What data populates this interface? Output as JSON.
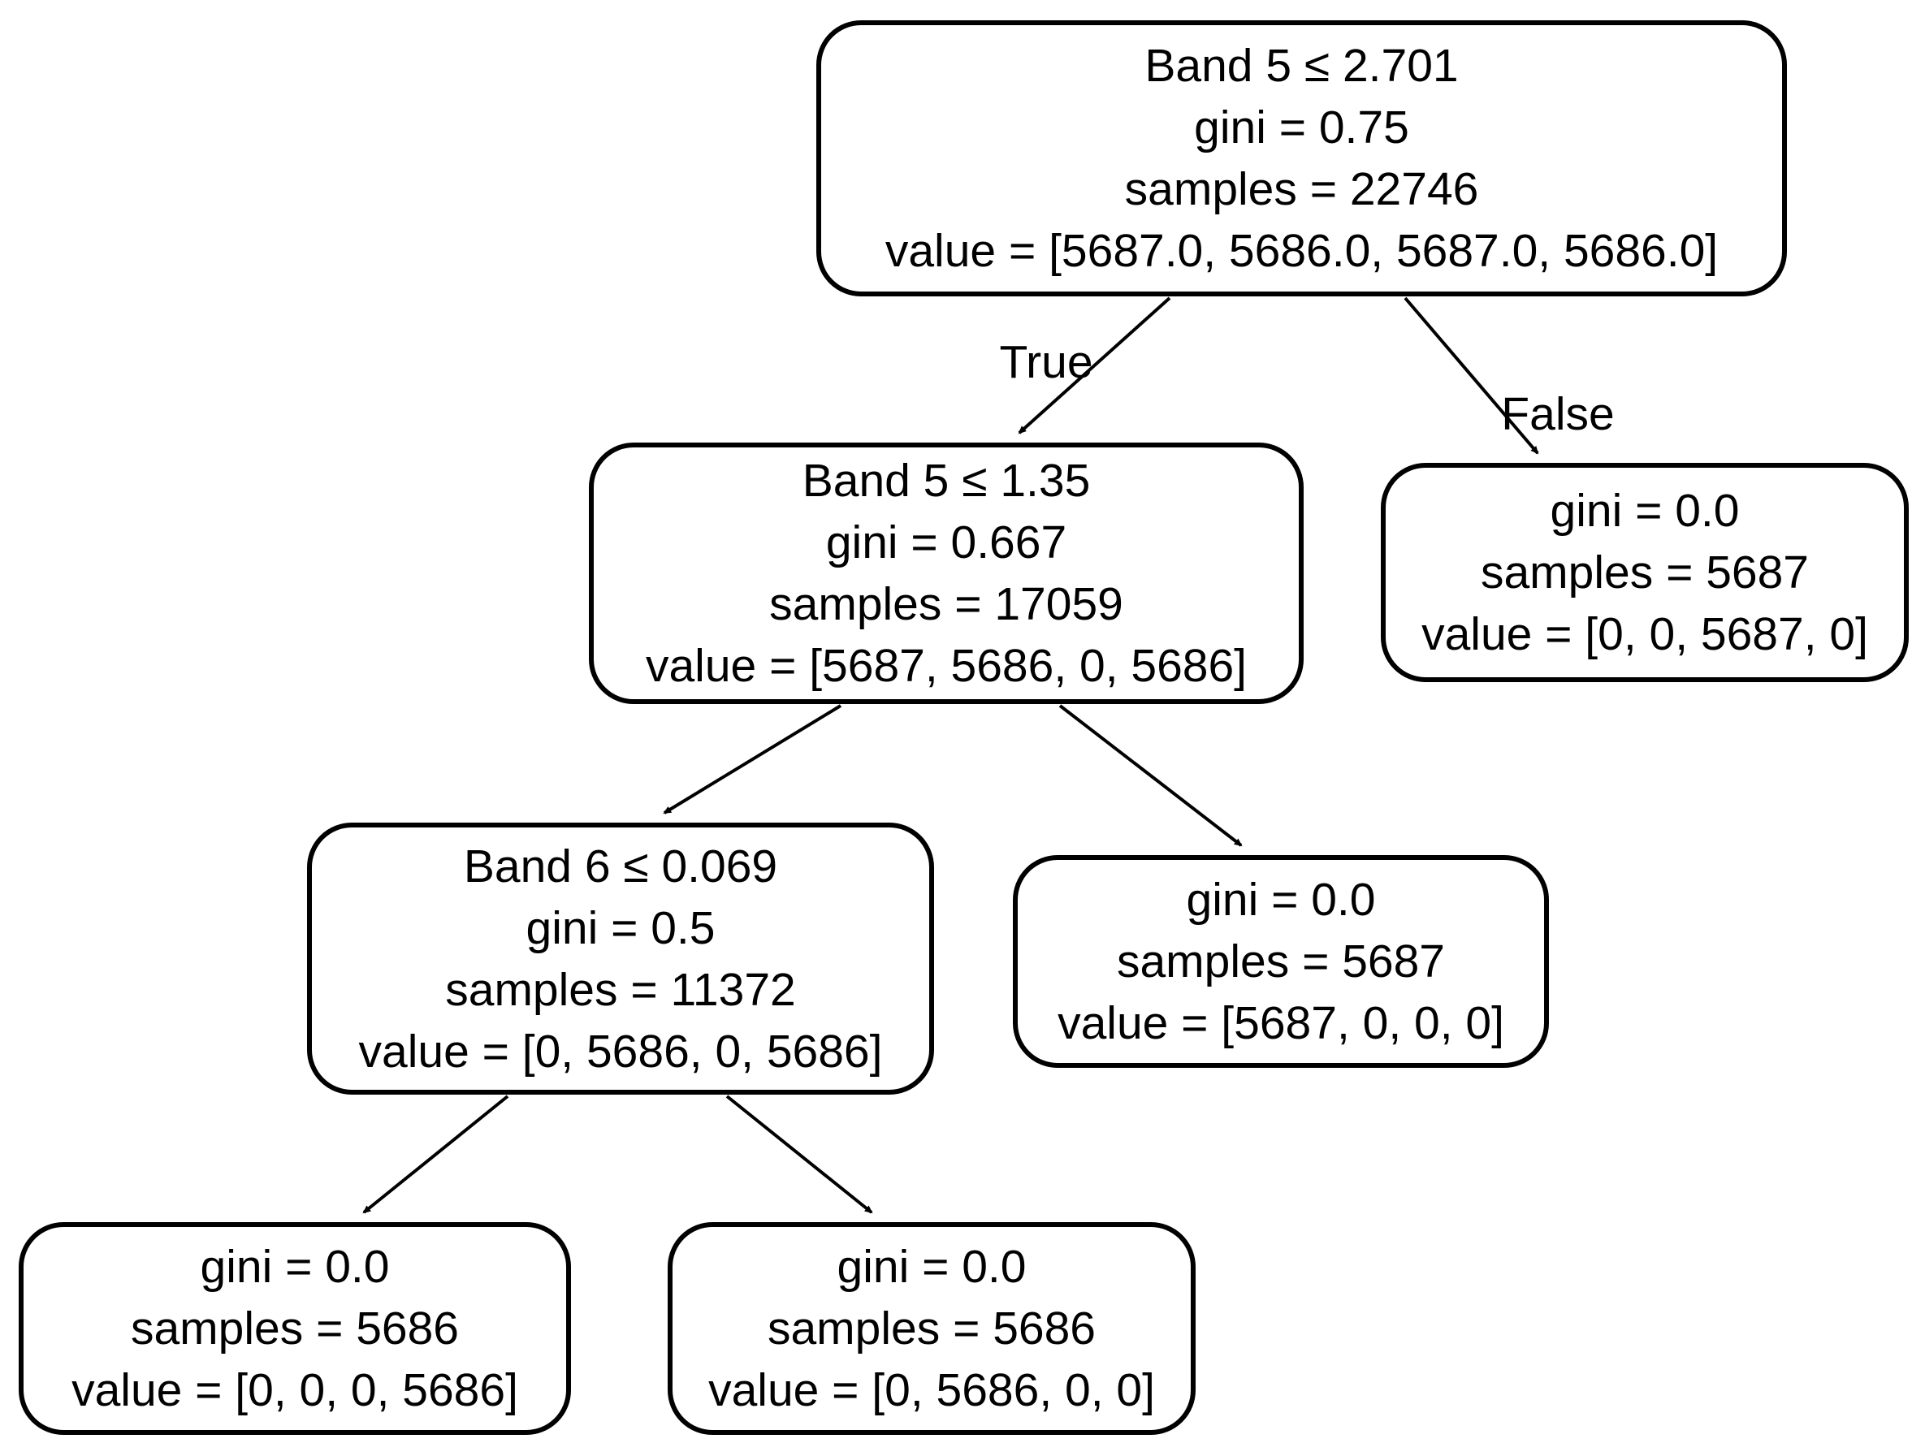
{
  "diagram": {
    "kind": "decision-tree",
    "background_color": "#ffffff",
    "node_fill_color": "#ffffff",
    "node_border_color": "#000000",
    "text_color": "#000000"
  },
  "edge_labels": {
    "true_label": "True",
    "false_label": "False"
  },
  "nodes": [
    {
      "id": "root",
      "lines": [
        "Band 5 ≤ 2.701",
        "gini = 0.75",
        "samples = 22746",
        "value = [5687.0, 5686.0, 5687.0, 5686.0]"
      ]
    },
    {
      "id": "l2-left",
      "lines": [
        "Band 5 ≤ 1.35",
        "gini = 0.667",
        "samples = 17059",
        "value = [5687, 5686, 0, 5686]"
      ]
    },
    {
      "id": "l2-right",
      "lines": [
        "gini = 0.0",
        "samples = 5687",
        "value = [0, 0, 5687, 0]"
      ]
    },
    {
      "id": "l3-left",
      "lines": [
        "Band 6 ≤ 0.069",
        "gini = 0.5",
        "samples = 11372",
        "value = [0, 5686, 0, 5686]"
      ]
    },
    {
      "id": "l3-right",
      "lines": [
        "gini = 0.0",
        "samples = 5687",
        "value = [5687, 0, 0, 0]"
      ]
    },
    {
      "id": "leaf-bl",
      "lines": [
        "gini = 0.0",
        "samples = 5686",
        "value = [0, 0, 0, 5686]"
      ]
    },
    {
      "id": "leaf-br",
      "lines": [
        "gini = 0.0",
        "samples = 5686",
        "value = [0, 5686, 0, 0]"
      ]
    }
  ],
  "edges": [
    {
      "from": "root",
      "to": "l2-left",
      "label": "True"
    },
    {
      "from": "root",
      "to": "l2-right",
      "label": "False"
    },
    {
      "from": "l2-left",
      "to": "l3-left",
      "label": ""
    },
    {
      "from": "l2-left",
      "to": "l3-right",
      "label": ""
    },
    {
      "from": "l3-left",
      "to": "leaf-bl",
      "label": ""
    },
    {
      "from": "l3-left",
      "to": "leaf-br",
      "label": ""
    }
  ]
}
